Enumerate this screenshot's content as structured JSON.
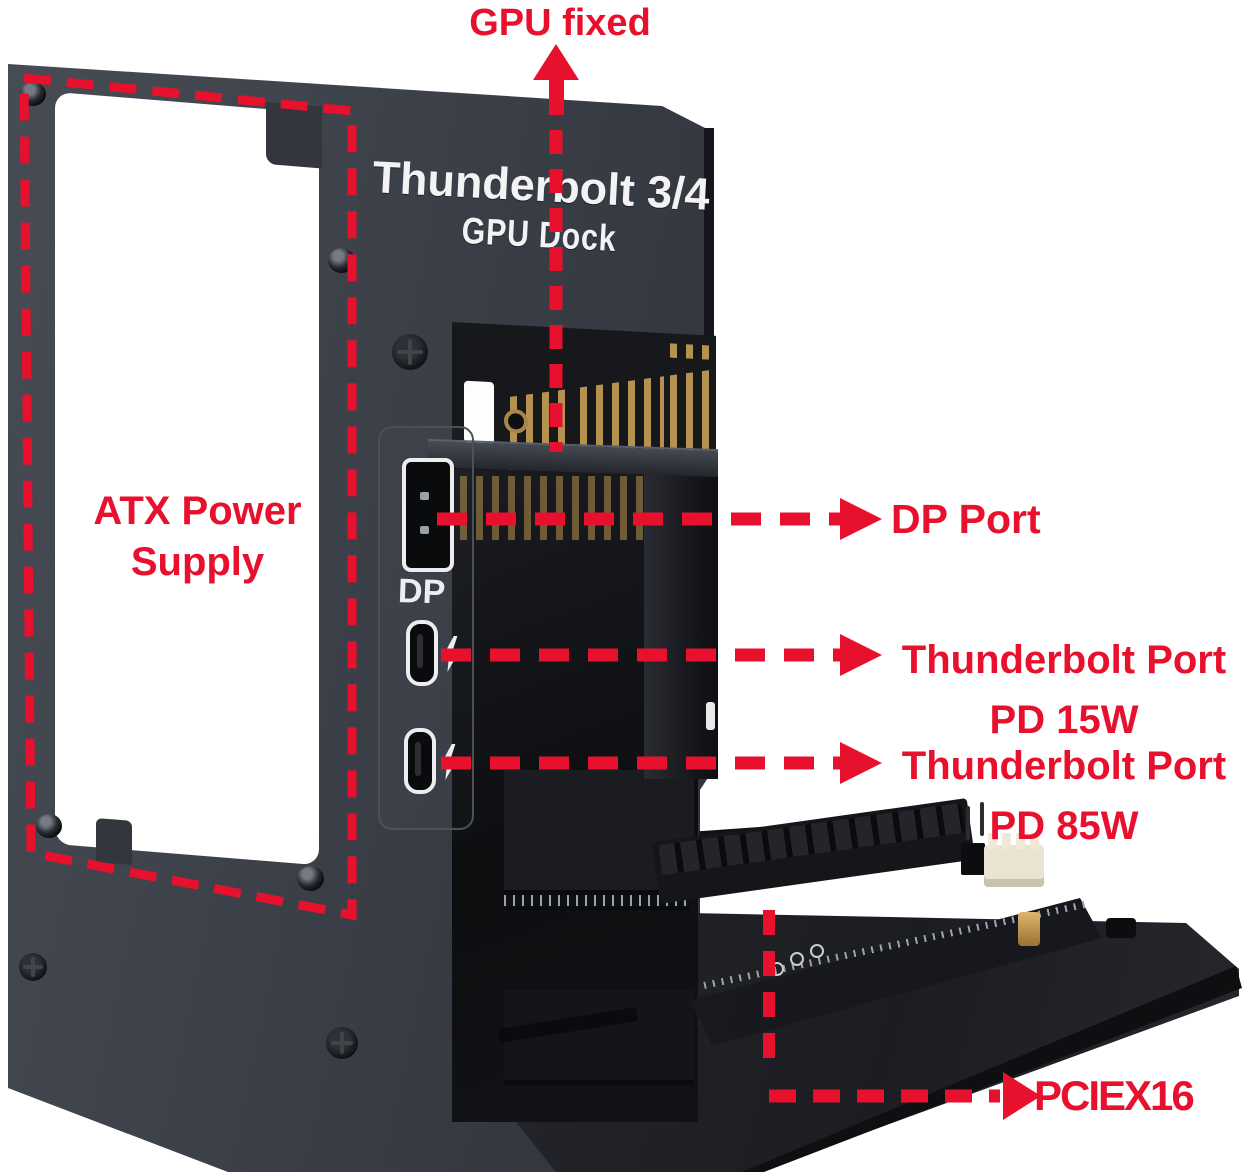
{
  "colors": {
    "annotation_red": "#e8112d",
    "panel_gray": "#383c44",
    "background": "#ffffff",
    "gold": "#b5924f"
  },
  "device": {
    "title_line1": "Thunderbolt 3/4",
    "title_line2": "GPU Dock",
    "dp_label": "DP"
  },
  "annotations": {
    "gpu_fixed": {
      "label": "GPU fixed"
    },
    "atx": {
      "line1": "ATX Power",
      "line2": "Supply"
    },
    "dp_port": {
      "label": "DP Port"
    },
    "tb_15": {
      "line1": "Thunderbolt Port",
      "line2": "PD 15W"
    },
    "tb_85": {
      "line1": "Thunderbolt Port",
      "line2": "PD 85W"
    },
    "pcie": {
      "label": "PCIEX16"
    }
  }
}
